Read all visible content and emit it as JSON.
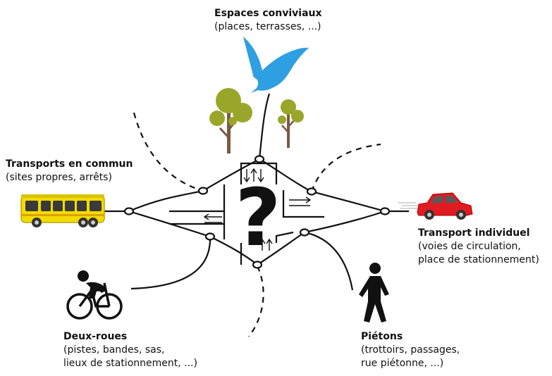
{
  "center_symbol": "?",
  "labels": {
    "espaces": {
      "title": "Espaces conviviaux",
      "lines": [
        "(places, terrasses, ...)"
      ]
    },
    "transports_commun": {
      "title": "Transports en commun",
      "lines": [
        "(sites propres, arrêts)"
      ]
    },
    "transport_individuel": {
      "title": "Transport individuel",
      "lines": [
        "(voies de circulation,",
        "place de stationnement)"
      ]
    },
    "deux_roues": {
      "title": "Deux-roues",
      "lines": [
        "(pistes, bandes, sas,",
        "lieux de stationnement, ...)"
      ]
    },
    "pietons": {
      "title": "Piétons",
      "lines": [
        "(trottoirs, passages,",
        "rue piétonne, ...)"
      ]
    }
  },
  "colors": {
    "bird": "#2e9fe0",
    "bus": "#f2dc00",
    "car": "#e11b22",
    "tree_canopy": "#9aa62a",
    "tree_trunk": "#7a5a45"
  },
  "icons": [
    "bird-icon",
    "tree-icon",
    "bus-icon",
    "car-icon",
    "bicycle-icon",
    "pedestrian-icon",
    "question-mark-icon"
  ]
}
